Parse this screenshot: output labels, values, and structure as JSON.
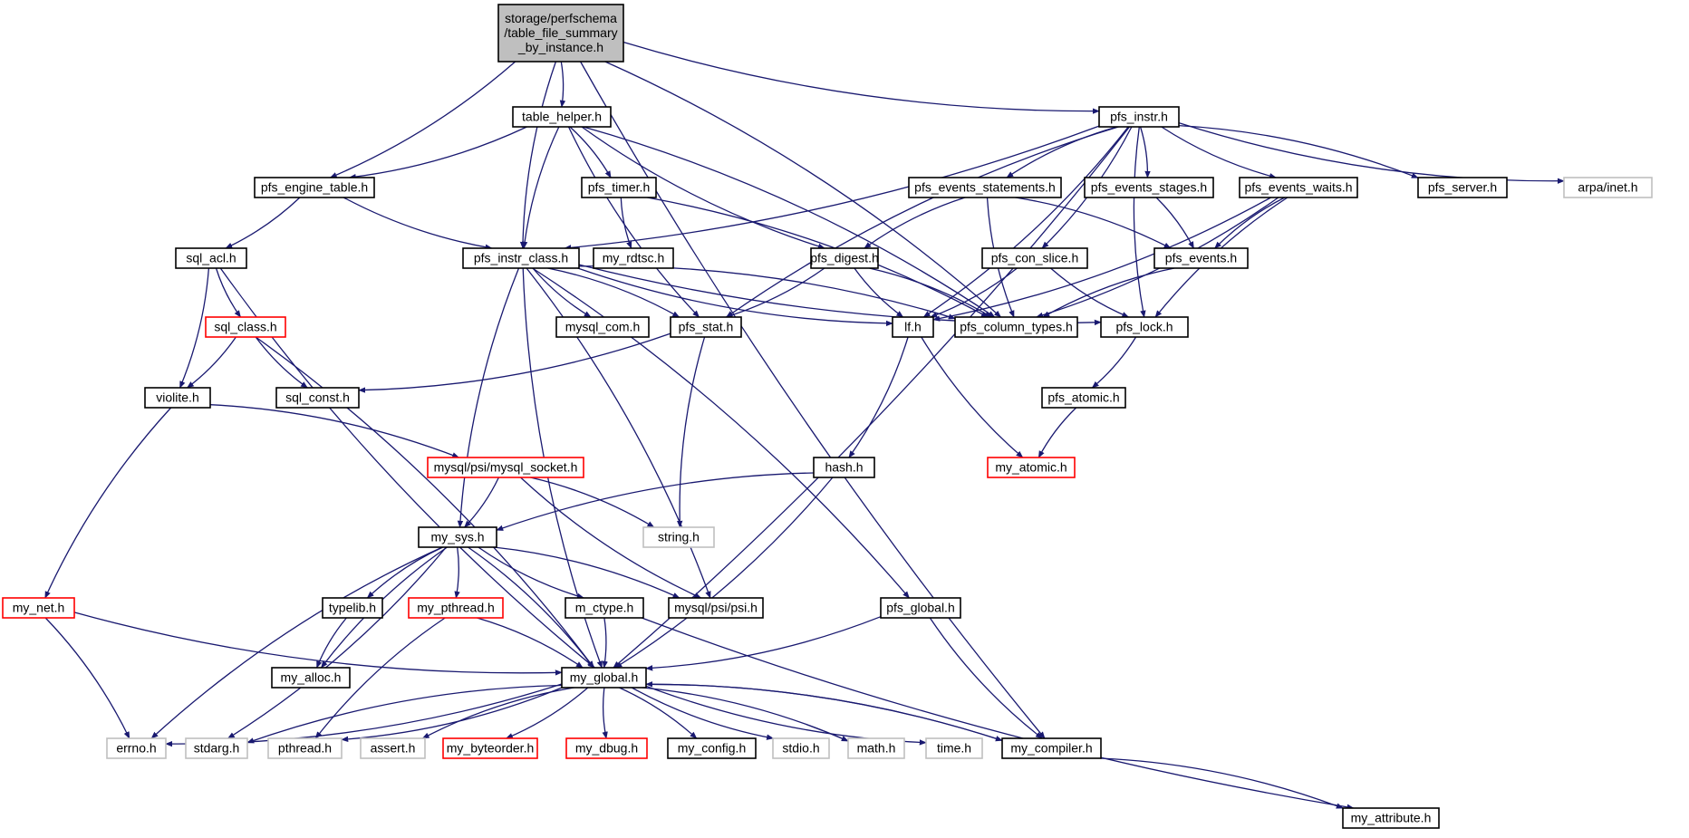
{
  "colors": {
    "edge": "#191970",
    "node_border_default": "#000000",
    "node_border_linked": "#ff0000",
    "node_border_external": "#bfbfbf",
    "root_fill": "#bfbfbf"
  },
  "nodes": [
    {
      "id": "root",
      "lines": [
        "storage/perfschema",
        "/table_file_summary",
        "_by_instance.h"
      ],
      "style": "root"
    },
    {
      "id": "table_helper",
      "lines": [
        "table_helper.h"
      ],
      "style": "default"
    },
    {
      "id": "pfs_instr",
      "lines": [
        "pfs_instr.h"
      ],
      "style": "default"
    },
    {
      "id": "pfs_engine_table",
      "lines": [
        "pfs_engine_table.h"
      ],
      "style": "default"
    },
    {
      "id": "pfs_timer",
      "lines": [
        "pfs_timer.h"
      ],
      "style": "default"
    },
    {
      "id": "pfs_events_statements",
      "lines": [
        "pfs_events_statements.h"
      ],
      "style": "default"
    },
    {
      "id": "pfs_events_stages",
      "lines": [
        "pfs_events_stages.h"
      ],
      "style": "default"
    },
    {
      "id": "pfs_events_waits",
      "lines": [
        "pfs_events_waits.h"
      ],
      "style": "default"
    },
    {
      "id": "pfs_server",
      "lines": [
        "pfs_server.h"
      ],
      "style": "default"
    },
    {
      "id": "arpa_inet",
      "lines": [
        "arpa/inet.h"
      ],
      "style": "external"
    },
    {
      "id": "sql_acl",
      "lines": [
        "sql_acl.h"
      ],
      "style": "default"
    },
    {
      "id": "pfs_instr_class",
      "lines": [
        "pfs_instr_class.h"
      ],
      "style": "default"
    },
    {
      "id": "my_rdtsc",
      "lines": [
        "my_rdtsc.h"
      ],
      "style": "default"
    },
    {
      "id": "pfs_digest",
      "lines": [
        "pfs_digest.h"
      ],
      "style": "default"
    },
    {
      "id": "pfs_con_slice",
      "lines": [
        "pfs_con_slice.h"
      ],
      "style": "default"
    },
    {
      "id": "pfs_events",
      "lines": [
        "pfs_events.h"
      ],
      "style": "default"
    },
    {
      "id": "sql_class",
      "lines": [
        "sql_class.h"
      ],
      "style": "linked"
    },
    {
      "id": "mysql_com",
      "lines": [
        "mysql_com.h"
      ],
      "style": "default"
    },
    {
      "id": "pfs_stat",
      "lines": [
        "pfs_stat.h"
      ],
      "style": "default"
    },
    {
      "id": "lf",
      "lines": [
        "lf.h"
      ],
      "style": "default"
    },
    {
      "id": "pfs_column_types",
      "lines": [
        "pfs_column_types.h"
      ],
      "style": "default"
    },
    {
      "id": "pfs_lock",
      "lines": [
        "pfs_lock.h"
      ],
      "style": "default"
    },
    {
      "id": "violite",
      "lines": [
        "violite.h"
      ],
      "style": "default"
    },
    {
      "id": "sql_const",
      "lines": [
        "sql_const.h"
      ],
      "style": "default"
    },
    {
      "id": "pfs_atomic",
      "lines": [
        "pfs_atomic.h"
      ],
      "style": "default"
    },
    {
      "id": "mysql_socket",
      "lines": [
        "mysql/psi/mysql_socket.h"
      ],
      "style": "linked"
    },
    {
      "id": "hash",
      "lines": [
        "hash.h"
      ],
      "style": "default"
    },
    {
      "id": "my_atomic",
      "lines": [
        "my_atomic.h"
      ],
      "style": "linked"
    },
    {
      "id": "my_sys",
      "lines": [
        "my_sys.h"
      ],
      "style": "default"
    },
    {
      "id": "string",
      "lines": [
        "string.h"
      ],
      "style": "external"
    },
    {
      "id": "my_net",
      "lines": [
        "my_net.h"
      ],
      "style": "linked"
    },
    {
      "id": "typelib",
      "lines": [
        "typelib.h"
      ],
      "style": "default"
    },
    {
      "id": "my_pthread",
      "lines": [
        "my_pthread.h"
      ],
      "style": "linked"
    },
    {
      "id": "m_ctype",
      "lines": [
        "m_ctype.h"
      ],
      "style": "default"
    },
    {
      "id": "psi",
      "lines": [
        "mysql/psi/psi.h"
      ],
      "style": "default"
    },
    {
      "id": "pfs_global",
      "lines": [
        "pfs_global.h"
      ],
      "style": "default"
    },
    {
      "id": "my_alloc",
      "lines": [
        "my_alloc.h"
      ],
      "style": "default"
    },
    {
      "id": "my_global",
      "lines": [
        "my_global.h"
      ],
      "style": "default"
    },
    {
      "id": "errno",
      "lines": [
        "errno.h"
      ],
      "style": "external"
    },
    {
      "id": "stdarg",
      "lines": [
        "stdarg.h"
      ],
      "style": "external"
    },
    {
      "id": "pthread",
      "lines": [
        "pthread.h"
      ],
      "style": "external"
    },
    {
      "id": "assert",
      "lines": [
        "assert.h"
      ],
      "style": "external"
    },
    {
      "id": "my_byteorder",
      "lines": [
        "my_byteorder.h"
      ],
      "style": "linked"
    },
    {
      "id": "my_dbug",
      "lines": [
        "my_dbug.h"
      ],
      "style": "linked"
    },
    {
      "id": "my_config",
      "lines": [
        "my_config.h"
      ],
      "style": "default"
    },
    {
      "id": "stdio",
      "lines": [
        "stdio.h"
      ],
      "style": "external"
    },
    {
      "id": "math",
      "lines": [
        "math.h"
      ],
      "style": "external"
    },
    {
      "id": "time",
      "lines": [
        "time.h"
      ],
      "style": "external"
    },
    {
      "id": "my_compiler",
      "lines": [
        "my_compiler.h"
      ],
      "style": "default"
    },
    {
      "id": "my_attribute",
      "lines": [
        "my_attribute.h"
      ],
      "style": "default"
    }
  ],
  "edges": [
    [
      "root",
      "table_helper"
    ],
    [
      "root",
      "pfs_instr"
    ],
    [
      "root",
      "pfs_engine_table"
    ],
    [
      "root",
      "pfs_instr_class"
    ],
    [
      "root",
      "pfs_column_types"
    ],
    [
      "root",
      "my_compiler"
    ],
    [
      "table_helper",
      "pfs_engine_table"
    ],
    [
      "table_helper",
      "pfs_instr_class"
    ],
    [
      "table_helper",
      "pfs_timer"
    ],
    [
      "table_helper",
      "pfs_digest"
    ],
    [
      "table_helper",
      "pfs_column_types"
    ],
    [
      "table_helper",
      "pfs_stat"
    ],
    [
      "pfs_engine_table",
      "sql_acl"
    ],
    [
      "pfs_engine_table",
      "pfs_instr_class"
    ],
    [
      "pfs_instr",
      "pfs_instr_class"
    ],
    [
      "pfs_instr",
      "pfs_events_statements"
    ],
    [
      "pfs_instr",
      "pfs_events_stages"
    ],
    [
      "pfs_instr",
      "pfs_events_waits"
    ],
    [
      "pfs_instr",
      "pfs_server"
    ],
    [
      "pfs_instr",
      "arpa_inet"
    ],
    [
      "pfs_instr",
      "pfs_con_slice"
    ],
    [
      "pfs_instr",
      "pfs_stat"
    ],
    [
      "pfs_instr",
      "lf"
    ],
    [
      "pfs_instr",
      "pfs_lock"
    ],
    [
      "pfs_instr",
      "my_global"
    ],
    [
      "pfs_timer",
      "my_rdtsc"
    ],
    [
      "pfs_timer",
      "pfs_column_types"
    ],
    [
      "pfs_events_statements",
      "pfs_digest"
    ],
    [
      "pfs_events_statements",
      "pfs_events"
    ],
    [
      "pfs_events_statements",
      "pfs_column_types"
    ],
    [
      "pfs_events_stages",
      "pfs_events"
    ],
    [
      "pfs_events_waits",
      "pfs_events"
    ],
    [
      "pfs_events_waits",
      "pfs_column_types"
    ],
    [
      "pfs_events_waits",
      "pfs_lock"
    ],
    [
      "pfs_events_waits",
      "lf"
    ],
    [
      "pfs_events",
      "pfs_column_types"
    ],
    [
      "pfs_con_slice",
      "lf"
    ],
    [
      "pfs_con_slice",
      "pfs_lock"
    ],
    [
      "pfs_digest",
      "pfs_stat"
    ],
    [
      "pfs_digest",
      "lf"
    ],
    [
      "pfs_digest",
      "pfs_column_types"
    ],
    [
      "sql_acl",
      "sql_class"
    ],
    [
      "sql_acl",
      "violite"
    ],
    [
      "sql_acl",
      "my_global"
    ],
    [
      "sql_class",
      "violite"
    ],
    [
      "sql_class",
      "sql_const"
    ],
    [
      "sql_class",
      "my_global"
    ],
    [
      "pfs_instr_class",
      "mysql_com"
    ],
    [
      "pfs_instr_class",
      "pfs_stat"
    ],
    [
      "pfs_instr_class",
      "lf"
    ],
    [
      "pfs_instr_class",
      "pfs_column_types"
    ],
    [
      "pfs_instr_class",
      "pfs_lock"
    ],
    [
      "pfs_instr_class",
      "pfs_global"
    ],
    [
      "pfs_instr_class",
      "my_sys"
    ],
    [
      "pfs_instr_class",
      "psi"
    ],
    [
      "pfs_instr_class",
      "my_global"
    ],
    [
      "pfs_stat",
      "sql_const"
    ],
    [
      "pfs_stat",
      "string"
    ],
    [
      "lf",
      "hash"
    ],
    [
      "lf",
      "my_atomic"
    ],
    [
      "pfs_lock",
      "pfs_atomic"
    ],
    [
      "pfs_atomic",
      "my_atomic"
    ],
    [
      "violite",
      "mysql_socket"
    ],
    [
      "violite",
      "my_net"
    ],
    [
      "mysql_socket",
      "my_sys"
    ],
    [
      "mysql_socket",
      "psi"
    ],
    [
      "mysql_socket",
      "string"
    ],
    [
      "hash",
      "my_sys"
    ],
    [
      "hash",
      "my_global"
    ],
    [
      "my_sys",
      "typelib"
    ],
    [
      "my_sys",
      "my_pthread"
    ],
    [
      "my_sys",
      "m_ctype"
    ],
    [
      "my_sys",
      "psi"
    ],
    [
      "my_sys",
      "my_alloc"
    ],
    [
      "my_sys",
      "my_global"
    ],
    [
      "my_sys",
      "errno"
    ],
    [
      "my_sys",
      "stdarg"
    ],
    [
      "my_net",
      "my_global"
    ],
    [
      "my_net",
      "errno"
    ],
    [
      "typelib",
      "my_alloc"
    ],
    [
      "my_pthread",
      "my_global"
    ],
    [
      "my_pthread",
      "pthread"
    ],
    [
      "m_ctype",
      "my_global"
    ],
    [
      "m_ctype",
      "my_attribute"
    ],
    [
      "pfs_global",
      "my_global"
    ],
    [
      "pfs_global",
      "my_compiler"
    ],
    [
      "my_global",
      "errno"
    ],
    [
      "my_global",
      "stdarg"
    ],
    [
      "my_global",
      "pthread"
    ],
    [
      "my_global",
      "assert"
    ],
    [
      "my_global",
      "my_byteorder"
    ],
    [
      "my_global",
      "my_dbug"
    ],
    [
      "my_global",
      "my_config"
    ],
    [
      "my_global",
      "stdio"
    ],
    [
      "my_global",
      "math"
    ],
    [
      "my_global",
      "time"
    ],
    [
      "my_global",
      "my_compiler"
    ],
    [
      "my_compiler",
      "my_global"
    ],
    [
      "my_compiler",
      "my_attribute"
    ]
  ]
}
